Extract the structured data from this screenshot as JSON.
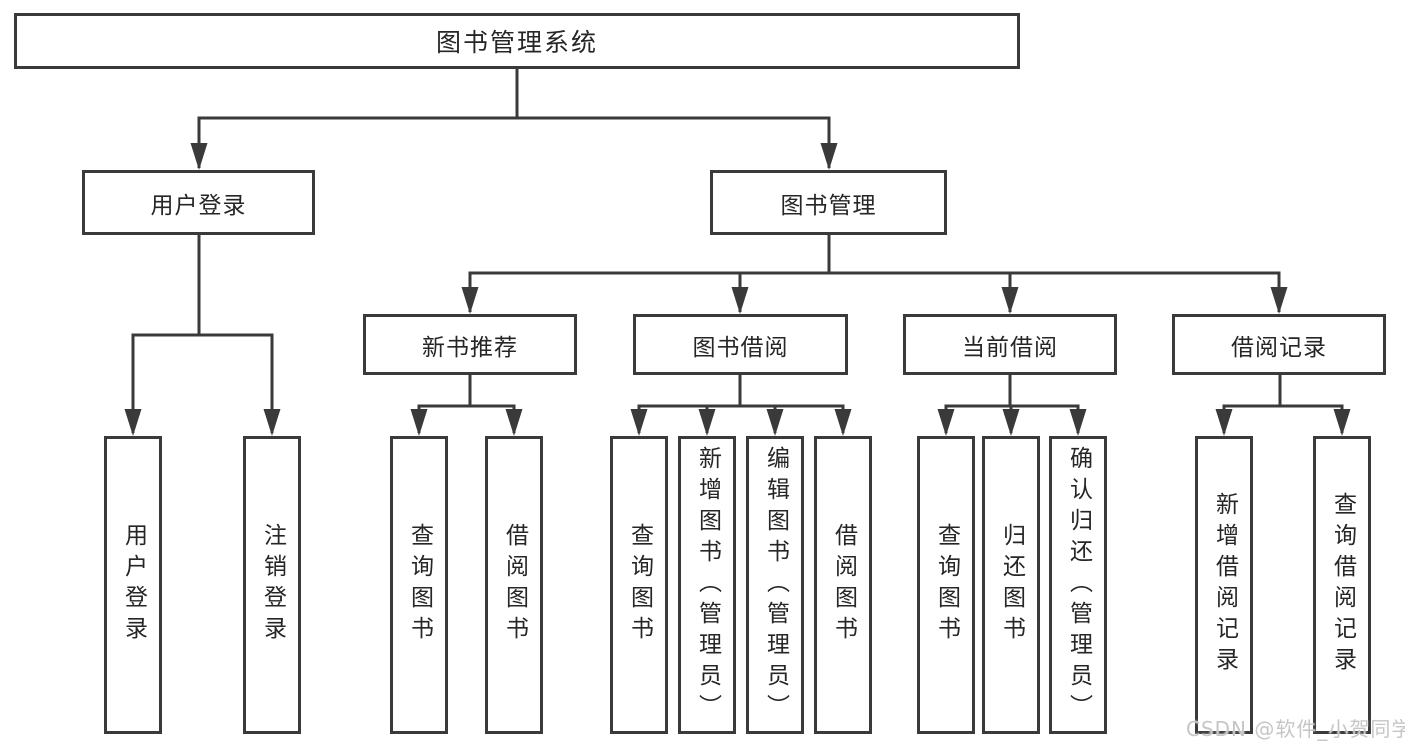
{
  "tree": {
    "root": {
      "label": "图书管理系统",
      "children": [
        {
          "label": "用户登录",
          "children": [
            {
              "label": "用户登录"
            },
            {
              "label": "注销登录"
            }
          ]
        },
        {
          "label": "图书管理",
          "children": [
            {
              "label": "新书推荐",
              "children": [
                {
                  "label": "查询图书"
                },
                {
                  "label": "借阅图书"
                }
              ]
            },
            {
              "label": "图书借阅",
              "children": [
                {
                  "label": "查询图书"
                },
                {
                  "label": "新增图书（管理员）"
                },
                {
                  "label": "编辑图书（管理员）"
                },
                {
                  "label": "借阅图书"
                }
              ]
            },
            {
              "label": "当前借阅",
              "children": [
                {
                  "label": "查询图书"
                },
                {
                  "label": "归还图书"
                },
                {
                  "label": "确认归还（管理员）"
                }
              ]
            },
            {
              "label": "借阅记录",
              "children": [
                {
                  "label": "新增借阅记录"
                },
                {
                  "label": "查询借阅记录"
                }
              ]
            }
          ]
        }
      ]
    }
  },
  "colors": {
    "line": "#3a3a3a",
    "text": "#262626",
    "watermark": "#c6c6c6"
  },
  "watermark": {
    "text": "CSDN @软件_小贺同学"
  }
}
